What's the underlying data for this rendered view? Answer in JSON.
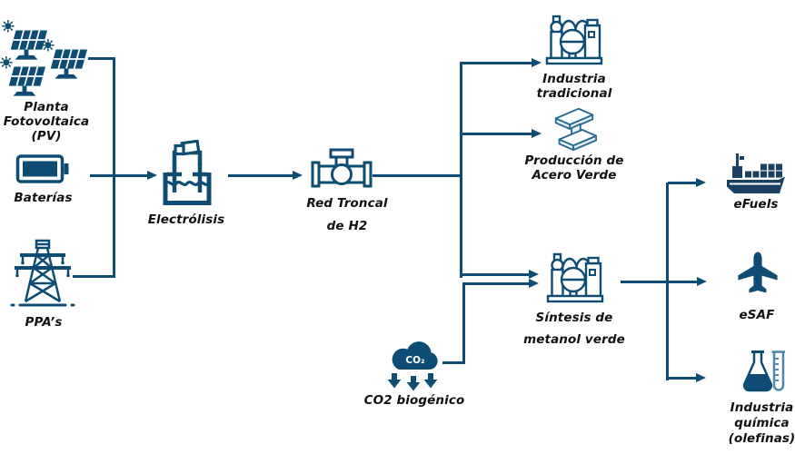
{
  "colors": {
    "primary": "#0e4c74",
    "ship_navy": "#1b4060",
    "steel_blue": "#2a6b96",
    "steel_fill": "#eaf2f8",
    "tube_blue": "#4f86ab",
    "label": "#111111"
  },
  "nodes": {
    "pv": {
      "icon": "solar-panel-icon",
      "lines": [
        "Planta",
        "Fotovoltaica",
        "(PV)"
      ]
    },
    "batteries": {
      "icon": "battery-icon",
      "label": "Baterías"
    },
    "ppa": {
      "icon": "transmission-tower-icon",
      "label": "PPA’s"
    },
    "electrolysis": {
      "icon": "electrolyzer-icon",
      "label": "Electrólisis"
    },
    "h2_backbone": {
      "icon": "pipeline-valve-icon",
      "lines": [
        "Red Troncal",
        "de H2"
      ]
    },
    "traditional_industry": {
      "icon": "chemical-plant-icon",
      "lines": [
        "Industria",
        "tradicional"
      ]
    },
    "green_steel": {
      "icon": "steel-beam-icon",
      "lines": [
        "Producción de",
        "Acero Verde"
      ]
    },
    "green_methanol": {
      "icon": "chemical-plant-icon",
      "lines": [
        "Síntesis de",
        "metanol verde"
      ]
    },
    "biogenic_co2": {
      "icon": "co2-cloud-icon",
      "cloud_text": "CO₂",
      "label": "CO2 biogénico"
    },
    "efuels": {
      "icon": "cargo-ship-icon",
      "label": "eFuels"
    },
    "esaf": {
      "icon": "airplane-icon",
      "label": "eSAF"
    },
    "chemical_industry": {
      "icon": "flask-icon",
      "lines": [
        "Industria",
        "química",
        "(olefinas)"
      ]
    }
  }
}
